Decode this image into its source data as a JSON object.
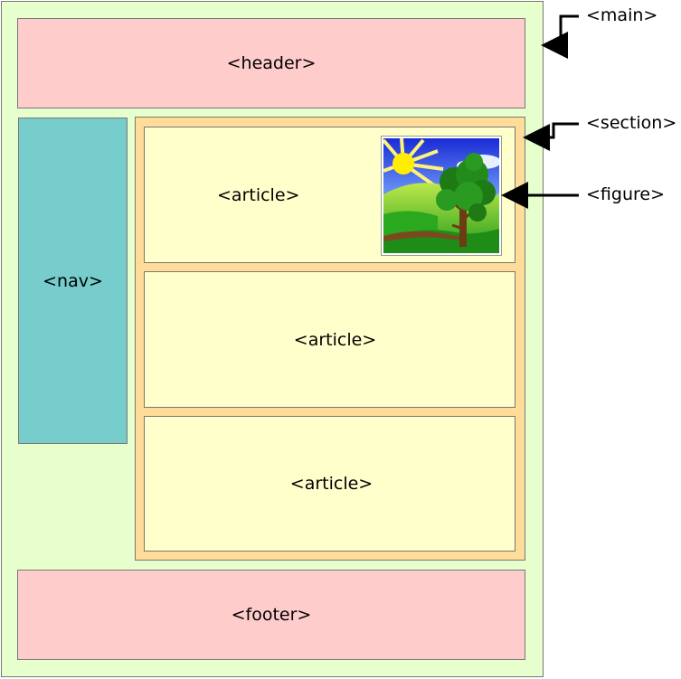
{
  "main": {
    "label": "<main>",
    "color": "#e6ffcc"
  },
  "header": {
    "label": "<header>",
    "color": "#ffcccc"
  },
  "nav": {
    "label": "<nav>",
    "color": "#77cccc"
  },
  "section": {
    "label": "<section>",
    "color": "#ffdd99"
  },
  "articles": [
    {
      "label": "<article>"
    },
    {
      "label": "<article>"
    },
    {
      "label": "<article>"
    }
  ],
  "article_color": "#ffffcc",
  "figure": {
    "label": "<figure>",
    "image": "landscape-tree-sun-illustration"
  },
  "footer": {
    "label": "<footer>",
    "color": "#ffcccc"
  },
  "annotations": {
    "main": "<main>",
    "section": "<section>",
    "figure": "<figure>"
  }
}
